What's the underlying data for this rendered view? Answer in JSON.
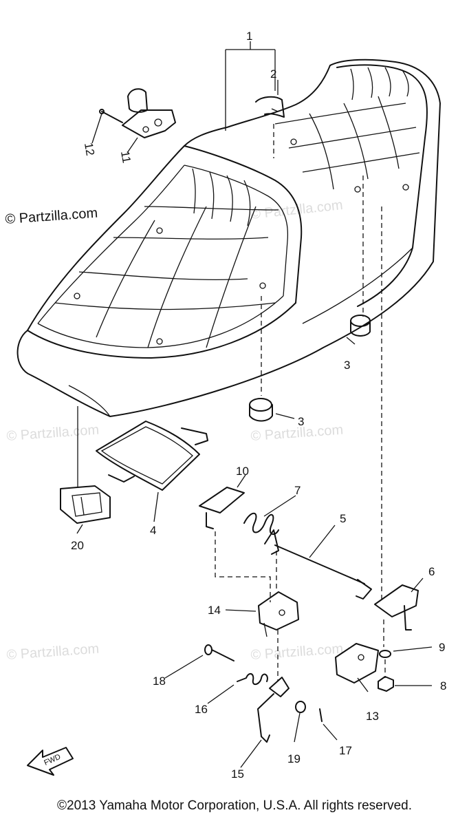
{
  "watermarks": {
    "primary": "© Partzilla.com",
    "faint": "© Partzilla.com"
  },
  "callouts": {
    "c1": "1",
    "c2": "2",
    "c3a": "3",
    "c3b": "3",
    "c4": "4",
    "c5": "5",
    "c6": "6",
    "c7": "7",
    "c8": "8",
    "c9": "9",
    "c10": "10",
    "c11": "11",
    "c12": "12",
    "c13": "13",
    "c14": "14",
    "c15": "15",
    "c16": "16",
    "c17": "17",
    "c18": "18",
    "c19": "19",
    "c20": "20"
  },
  "fwd_label": "FWD",
  "copyright": "©2013 Yamaha Motor Corporation, U.S.A. All rights reserved."
}
